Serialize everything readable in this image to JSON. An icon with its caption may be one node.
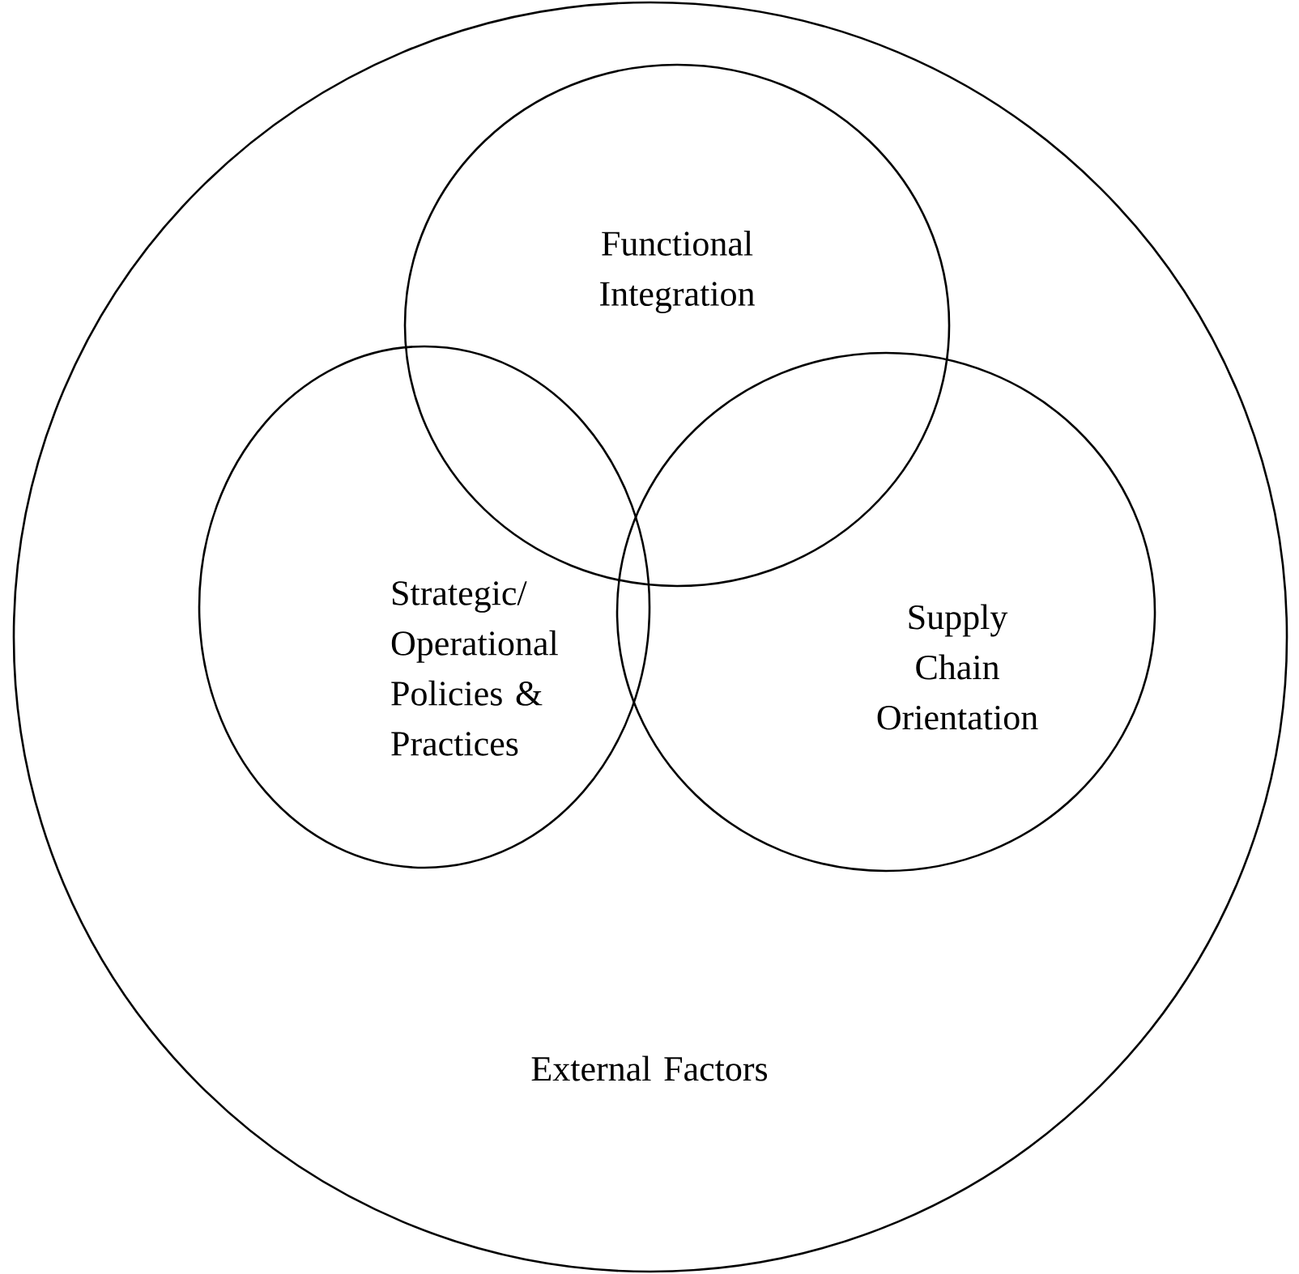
{
  "diagram": {
    "nodes": [
      {
        "text": [
          "External Factors"
        ]
      },
      {
        "text": [
          "Functional Integration"
        ],
        "in": 0
      },
      {
        "text": [
          "Strategic/ Operational Policies & Practices"
        ],
        "in": 0
      },
      {
        "text": [
          "Supply Chain Orientation"
        ],
        "in": 0
      }
    ]
  }
}
